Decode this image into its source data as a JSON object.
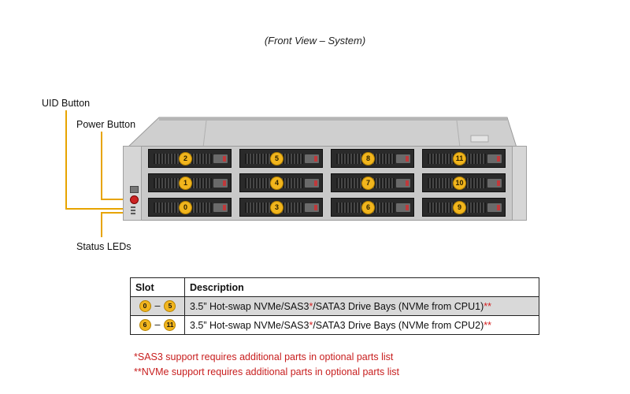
{
  "caption": "(Front View – System)",
  "callouts": {
    "uid": "UID Button",
    "power": "Power Button",
    "status": "Status LEDs"
  },
  "bays": [
    {
      "slot": "2"
    },
    {
      "slot": "5"
    },
    {
      "slot": "8"
    },
    {
      "slot": "11"
    },
    {
      "slot": "1"
    },
    {
      "slot": "4"
    },
    {
      "slot": "7"
    },
    {
      "slot": "10"
    },
    {
      "slot": "0"
    },
    {
      "slot": "3"
    },
    {
      "slot": "6"
    },
    {
      "slot": "9"
    }
  ],
  "table": {
    "headers": [
      "Slot",
      "Description"
    ],
    "rows": [
      {
        "slot_from": "0",
        "slot_to": "5",
        "dash": "–",
        "desc_a": "3.5” Hot-swap NVMe/SAS3",
        "mark1": "*",
        "desc_b": "/SATA3 Drive Bays (NVMe from CPU1)",
        "mark2": "**"
      },
      {
        "slot_from": "6",
        "slot_to": "11",
        "dash": "–",
        "desc_a": "3.5” Hot-swap NVMe/SAS3",
        "mark1": "*",
        "desc_b": "/SATA3 Drive Bays (NVMe from CPU2)",
        "mark2": "**"
      }
    ]
  },
  "footnotes": [
    "*SAS3 support requires additional parts in optional parts list",
    "**NVMe support requires additional parts in optional parts list"
  ],
  "colors": {
    "accent_line": "#e7a400",
    "badge": "#f1b51d",
    "note_red": "#c81e1e"
  }
}
